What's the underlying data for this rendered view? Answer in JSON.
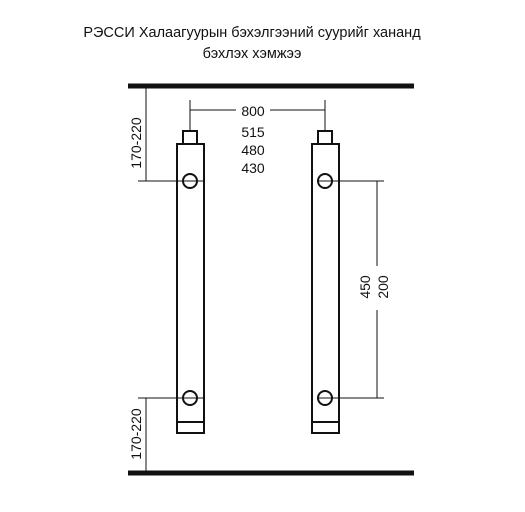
{
  "title": {
    "line1": "РЭССИ Халаагуурын бэхэлгээний суурийг хананд",
    "line2": "бэхлэх хэмжээ"
  },
  "dimensions": {
    "top_offset": "170-220",
    "bottom_offset": "170-220",
    "horizontal": [
      "800",
      "515",
      "480",
      "430"
    ],
    "vertical": [
      "450",
      "200"
    ]
  },
  "colors": {
    "ink": "#111111",
    "background": "#ffffff"
  }
}
